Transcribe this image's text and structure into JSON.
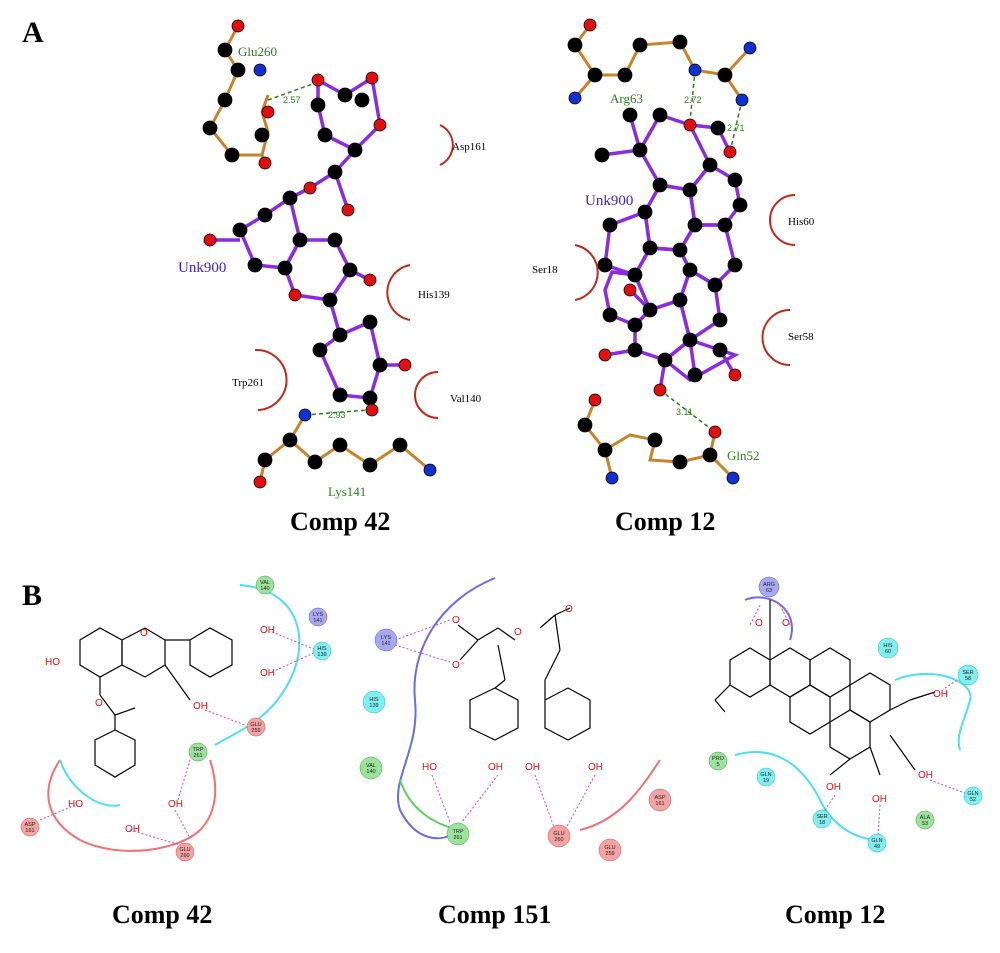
{
  "panels": {
    "A": "A",
    "B": "B"
  },
  "captions": {
    "a_left": "Comp 42",
    "a_right": "Comp 12",
    "b_left": "Comp 42",
    "b_middle": "Comp 151",
    "b_right": "Comp 12"
  },
  "panel_a": {
    "left": {
      "ligand": "Unk900",
      "residues": [
        "Glu260",
        "Lys141"
      ],
      "hydrophobic": [
        "Asp161",
        "His139",
        "Trp261",
        "Val140"
      ],
      "hbonds": [
        "2.57",
        "2.93"
      ]
    },
    "right": {
      "ligand": "Unk900",
      "residues": [
        "Arg63",
        "Gln52"
      ],
      "hydrophobic": [
        "His60",
        "Ser18",
        "Ser58"
      ],
      "hbonds": [
        "2.72",
        "2.71",
        "3.11"
      ]
    }
  },
  "panel_b": {
    "left": {
      "residues": [
        {
          "name": "VAL\n140",
          "color": "green"
        },
        {
          "name": "LYS\n141",
          "color": "purple"
        },
        {
          "name": "HIS\n139",
          "color": "cyan"
        },
        {
          "name": "GLU\n259",
          "color": "red"
        },
        {
          "name": "TRP\n261",
          "color": "green"
        },
        {
          "name": "ASP\n161",
          "color": "red"
        },
        {
          "name": "GLU\n260",
          "color": "red"
        }
      ]
    },
    "middle": {
      "residues": [
        {
          "name": "LYS\n141",
          "color": "purple"
        },
        {
          "name": "HIS\n139",
          "color": "cyan"
        },
        {
          "name": "VAL\n140",
          "color": "green"
        },
        {
          "name": "TRP\n261",
          "color": "green"
        },
        {
          "name": "GLU\n260",
          "color": "red"
        },
        {
          "name": "GLU\n259",
          "color": "red"
        },
        {
          "name": "ASP\n161",
          "color": "red"
        }
      ]
    },
    "right": {
      "residues": [
        {
          "name": "ARG\n63",
          "color": "purple"
        },
        {
          "name": "HIS\n60",
          "color": "cyan"
        },
        {
          "name": "SER\n58",
          "color": "cyan"
        },
        {
          "name": "PRO\n5",
          "color": "green"
        },
        {
          "name": "GLN\n19",
          "color": "cyan"
        },
        {
          "name": "SER\n18",
          "color": "cyan"
        },
        {
          "name": "GLN\n49",
          "color": "cyan"
        },
        {
          "name": "ALA\n53",
          "color": "green"
        },
        {
          "name": "GLN\n52",
          "color": "cyan"
        }
      ]
    }
  },
  "colors": {
    "carbon": "#000000",
    "oxygen": "#e01010",
    "nitrogen": "#1030d0",
    "ligand_bond": "#8a2be2",
    "residue_bond": "#c8822a",
    "hbond": "#2e7d1a",
    "hydrophobic": "#c0281a"
  }
}
